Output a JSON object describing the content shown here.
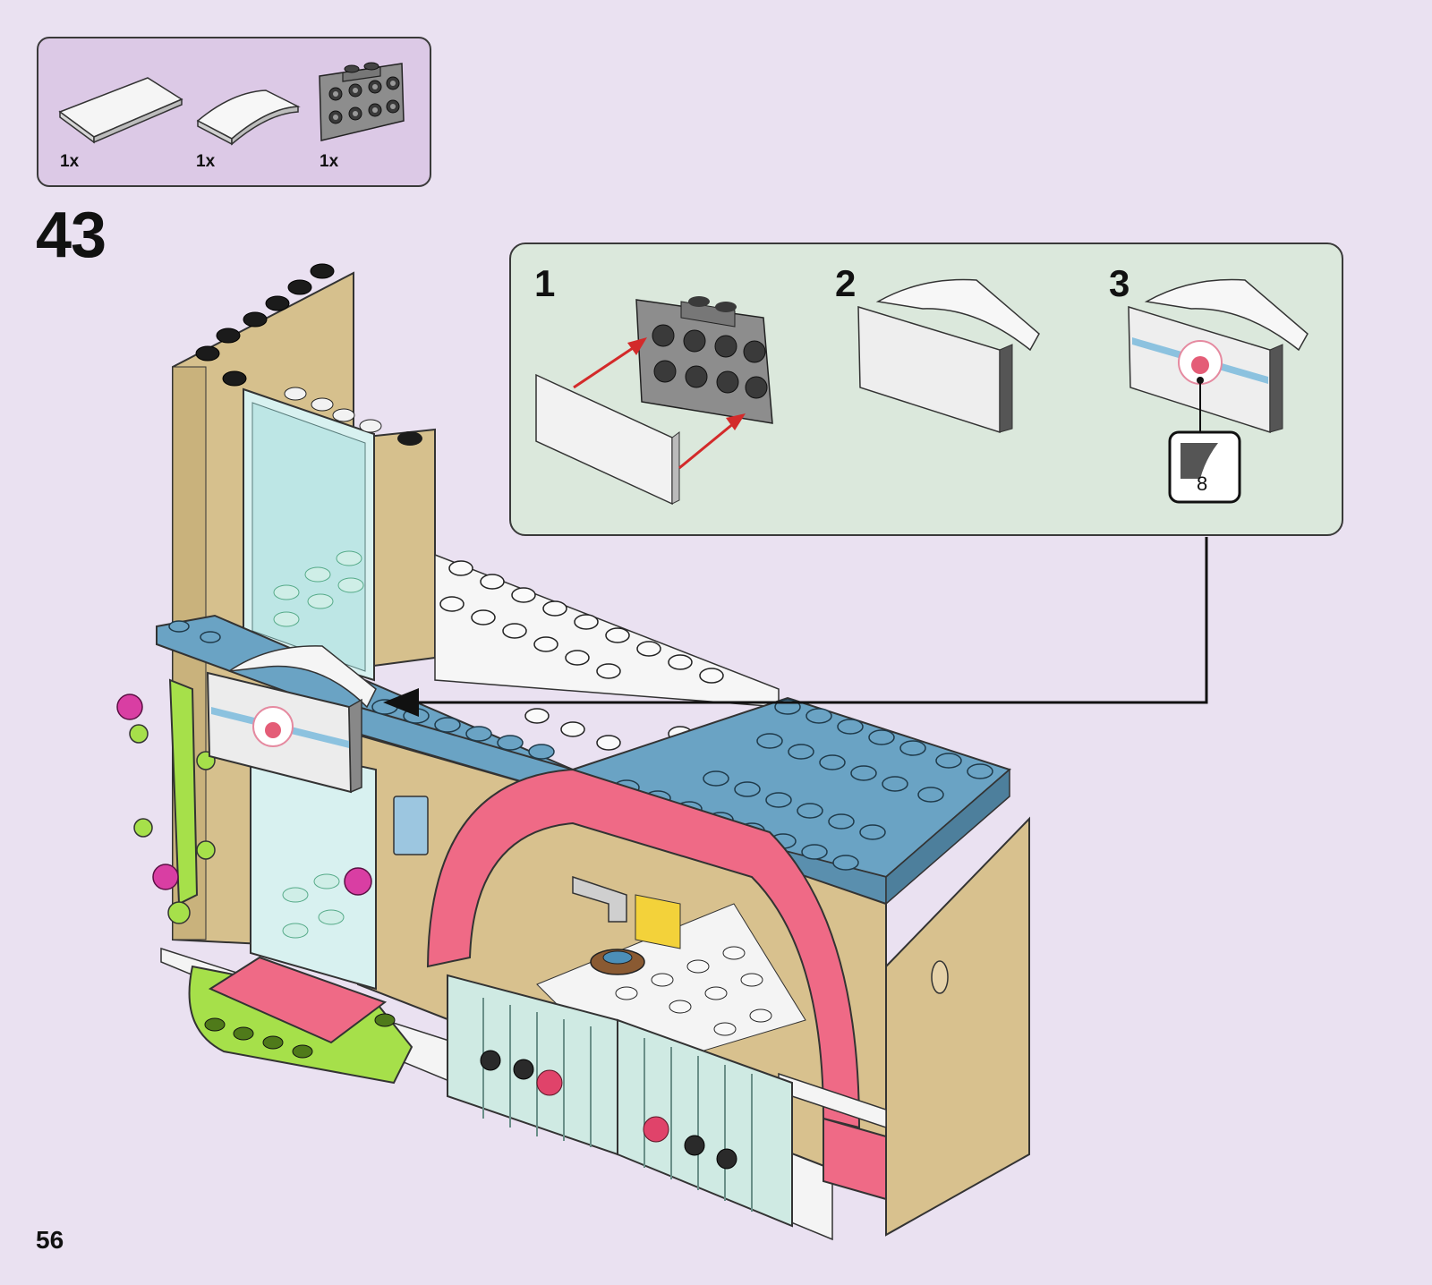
{
  "parts_list": {
    "items": [
      {
        "name": "white-flat-tile-icon",
        "qty": "1x"
      },
      {
        "name": "white-curved-slope-icon",
        "qty": "1x"
      },
      {
        "name": "gray-bracket-plate-icon",
        "qty": "1x"
      }
    ]
  },
  "step": {
    "number": "43"
  },
  "sub_steps": [
    {
      "label": "1"
    },
    {
      "label": "2"
    },
    {
      "label": "3"
    }
  ],
  "sticker": {
    "number": "8"
  },
  "page": {
    "number": "56"
  },
  "colors": {
    "background": "#eae1f1",
    "parts_box": "#dcc9e6",
    "sub_box": "#dbe8dc",
    "tan": "#d9c493",
    "blue_plate": "#6aa3c4",
    "pink_arch": "#ef6a86",
    "lime": "#a6e04a",
    "mint": "#cfeae3",
    "arrow_red": "#d32a2a"
  }
}
